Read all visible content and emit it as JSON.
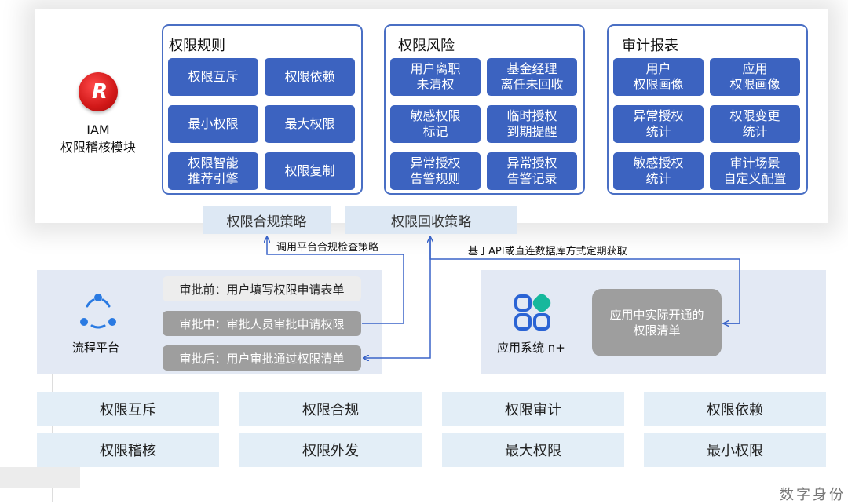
{
  "module": {
    "logo_text": "R",
    "title_line1": "IAM",
    "title_line2": "权限稽核模块"
  },
  "groups": [
    {
      "title": "权限规则",
      "items": [
        "权限互斥",
        "权限依赖",
        "最小权限",
        "最大权限",
        "权限智能\n推荐引擎",
        "权限复制"
      ]
    },
    {
      "title": "权限风险",
      "items": [
        "用户离职\n未清权",
        "基金经理\n离任未回收",
        "敏感权限\n标记",
        "临时授权\n到期提醒",
        "异常授权\n告警规则",
        "异常授权\n告警记录"
      ]
    },
    {
      "title": "审计报表",
      "items": [
        "用户\n权限画像",
        "应用\n权限画像",
        "异常授权\n统计",
        "权限变更\n统计",
        "敏感授权\n统计",
        "审计场景\n自定义配置"
      ]
    }
  ],
  "strategies": {
    "compliance": "权限合规策略",
    "recycle": "权限回收策略"
  },
  "arrows": {
    "call_label": "调用平台合规检查策略",
    "fetch_label": "基于API或直连数据库方式定期获取"
  },
  "workflow": {
    "label": "流程平台",
    "stages": [
      "审批前：用户填写权限申请表单",
      "审批中：审批人员审批申请权限",
      "审批后：用户审批通过权限清单"
    ]
  },
  "apps": {
    "label": "应用系统 n+",
    "box": "应用中实际开通的\n权限清单"
  },
  "bottom": [
    [
      "权限互斥",
      "权限合规",
      "权限审计",
      "权限依赖"
    ],
    [
      "权限稽核",
      "权限外发",
      "最大权限",
      "最小权限"
    ]
  ],
  "watermark": "数字身份",
  "colors": {
    "accent_blue": "#3c63c0",
    "group_border": "#4a6fc4",
    "light_panel": "#e3e9f4",
    "gray_box": "#9e9e9e",
    "logo_red": "#d11818"
  }
}
